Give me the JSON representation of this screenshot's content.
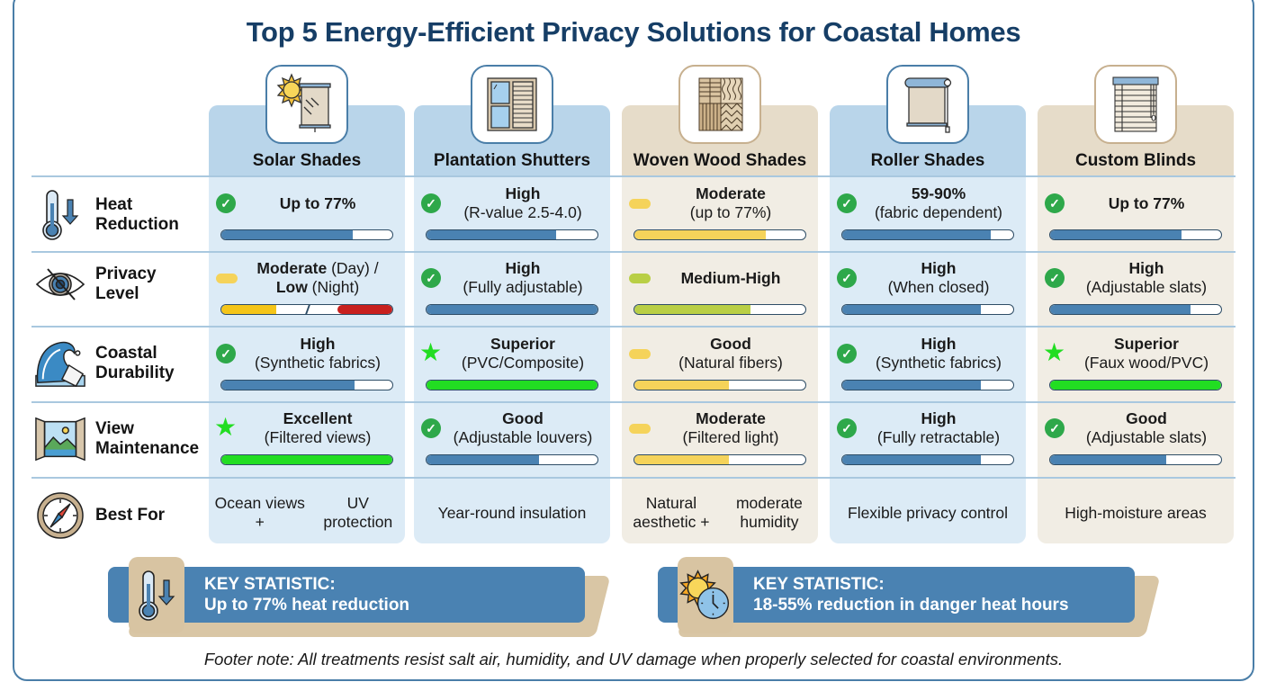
{
  "title": "Top 5 Energy-Efficient Privacy Solutions for Coastal Homes",
  "colors": {
    "title": "#163e66",
    "blue_fill": "#4a82b2",
    "yellow_fill": "#f5d35a",
    "olive_fill": "#b9cf45",
    "green_fill": "#22dd22",
    "red_fill": "#c8201e",
    "check_green": "#2ea84a",
    "blue_column": "#dcebf6",
    "beige_column": "#f1ede4"
  },
  "columns": [
    {
      "name": "Solar Shades",
      "icon": "solar-shade-icon",
      "theme": "blue"
    },
    {
      "name": "Plantation Shutters",
      "icon": "plantation-shutter-icon",
      "theme": "blue"
    },
    {
      "name": "Woven Wood Shades",
      "icon": "woven-wood-icon",
      "theme": "beige"
    },
    {
      "name": "Roller Shades",
      "icon": "roller-shade-icon",
      "theme": "blue"
    },
    {
      "name": "Custom Blinds",
      "icon": "blinds-icon",
      "theme": "beige"
    }
  ],
  "rows": [
    {
      "label_line1": "Heat",
      "label_line2": "Reduction",
      "icon": "thermometer-down-icon"
    },
    {
      "label_line1": "Privacy",
      "label_line2": "Level",
      "icon": "eye-slash-icon"
    },
    {
      "label_line1": "Coastal",
      "label_line2": "Durability",
      "icon": "wave-icon"
    },
    {
      "label_line1": "View",
      "label_line2": "Maintenance",
      "icon": "window-view-icon"
    },
    {
      "label_line1": "Best For",
      "label_line2": "",
      "icon": "compass-icon"
    }
  ],
  "cells": [
    [
      {
        "main": "Up to 77%",
        "sub": "",
        "marker": "check",
        "fill": 0.77,
        "color": "blue"
      },
      {
        "main": "Moderate",
        "main_suffix": " (Day) /",
        "main2": "Low",
        "main2_suffix": " (Night)",
        "marker": "pill-yellow",
        "fill": 0.77,
        "color": "split"
      },
      {
        "main": "High",
        "sub": "(Synthetic fabrics)",
        "marker": "check",
        "fill": 0.78,
        "color": "blue"
      },
      {
        "main": "Excellent",
        "sub": "(Filtered views)",
        "marker": "star",
        "fill": 1.0,
        "color": "green"
      }
    ],
    [
      {
        "main": "High",
        "sub": "(R-value 2.5-4.0)",
        "marker": "check",
        "fill": 0.76,
        "color": "blue"
      },
      {
        "main": "High",
        "sub": "(Fully adjustable)",
        "marker": "check",
        "fill": 1.0,
        "color": "blue"
      },
      {
        "main": "Superior",
        "sub": "(PVC/Composite)",
        "marker": "star",
        "fill": 1.0,
        "color": "green"
      },
      {
        "main": "Good",
        "sub": "(Adjustable louvers)",
        "marker": "check",
        "fill": 0.66,
        "color": "blue"
      }
    ],
    [
      {
        "main": "Moderate",
        "sub": "(up to 77%)",
        "marker": "pill-yellow",
        "fill": 0.77,
        "color": "yellow"
      },
      {
        "main": "Medium-High",
        "sub": "",
        "marker": "pill-olive",
        "fill": 0.68,
        "color": "olive"
      },
      {
        "main": "Good",
        "sub": "(Natural fibers)",
        "marker": "pill-yellow",
        "fill": 0.55,
        "color": "yellow"
      },
      {
        "main": "Moderate",
        "sub": "(Filtered light)",
        "marker": "pill-yellow",
        "fill": 0.55,
        "color": "yellow"
      }
    ],
    [
      {
        "main": "59-90%",
        "sub": "(fabric dependent)",
        "marker": "check",
        "fill": 0.87,
        "color": "blue"
      },
      {
        "main": "High",
        "sub": "(When closed)",
        "marker": "check",
        "fill": 0.81,
        "color": "blue"
      },
      {
        "main": "High",
        "sub": "(Synthetic fabrics)",
        "marker": "check",
        "fill": 0.81,
        "color": "blue"
      },
      {
        "main": "High",
        "sub": "(Fully retractable)",
        "marker": "check",
        "fill": 0.81,
        "color": "blue"
      }
    ],
    [
      {
        "main": "Up to 77%",
        "sub": "",
        "marker": "check",
        "fill": 0.77,
        "color": "blue"
      },
      {
        "main": "High",
        "sub": "(Adjustable slats)",
        "marker": "check",
        "fill": 0.82,
        "color": "blue"
      },
      {
        "main": "Superior",
        "sub": "(Faux wood/PVC)",
        "marker": "star",
        "fill": 1.0,
        "color": "green"
      },
      {
        "main": "Good",
        "sub": "(Adjustable slats)",
        "marker": "check",
        "fill": 0.68,
        "color": "blue"
      }
    ]
  ],
  "best_for": [
    "Ocean views + UV protection",
    "Year-round insulation",
    "Natural aesthetic + moderate humidity",
    "Flexible privacy control",
    "High-moisture areas"
  ],
  "best_for_lines": [
    [
      "Ocean views +",
      "UV protection"
    ],
    [
      "Year-round insulation"
    ],
    [
      "Natural aesthetic +",
      "moderate humidity"
    ],
    [
      "Flexible privacy control"
    ],
    [
      "High-moisture areas"
    ]
  ],
  "key_stats": [
    {
      "label": "KEY STATISTIC:",
      "value": "Up to 77% heat reduction",
      "icon": "thermometer-down-icon"
    },
    {
      "label": "KEY STATISTIC:",
      "value": "18-55% reduction in danger heat hours",
      "icon": "sun-clock-icon"
    }
  ],
  "footer": "Footer note: All treatments resist salt air, humidity, and UV damage when properly selected for coastal environments.",
  "chart_data": {
    "type": "table",
    "title": "Top 5 Energy-Efficient Privacy Solutions for Coastal Homes",
    "columns": [
      "Solar Shades",
      "Plantation Shutters",
      "Woven Wood Shades",
      "Roller Shades",
      "Custom Blinds"
    ],
    "rows": [
      "Heat Reduction",
      "Privacy Level",
      "Coastal Durability",
      "View Maintenance",
      "Best For"
    ],
    "values": [
      [
        "Up to 77%",
        "High (R-value 2.5-4.0)",
        "Moderate (up to 77%)",
        "59-90% (fabric dependent)",
        "Up to 77%"
      ],
      [
        "Moderate (Day) / Low (Night)",
        "High (Fully adjustable)",
        "Medium-High",
        "High (When closed)",
        "High (Adjustable slats)"
      ],
      [
        "High (Synthetic fabrics)",
        "Superior (PVC/Composite)",
        "Good (Natural fibers)",
        "High (Synthetic fabrics)",
        "Superior (Faux wood/PVC)"
      ],
      [
        "Excellent (Filtered views)",
        "Good (Adjustable louvers)",
        "Moderate (Filtered light)",
        "High (Fully retractable)",
        "Good (Adjustable slats)"
      ],
      [
        "Ocean views + UV protection",
        "Year-round insulation",
        "Natural aesthetic + moderate humidity",
        "Flexible privacy control",
        "High-moisture areas"
      ]
    ],
    "bar_fill_fraction": [
      [
        0.77,
        0.76,
        0.77,
        0.87,
        0.77
      ],
      [
        0.77,
        1.0,
        0.68,
        0.81,
        0.82
      ],
      [
        0.78,
        1.0,
        0.55,
        0.81,
        1.0
      ],
      [
        1.0,
        0.66,
        0.55,
        0.81,
        0.68
      ]
    ],
    "key_statistics": [
      "Up to 77% heat reduction",
      "18-55% reduction in danger heat hours"
    ]
  }
}
